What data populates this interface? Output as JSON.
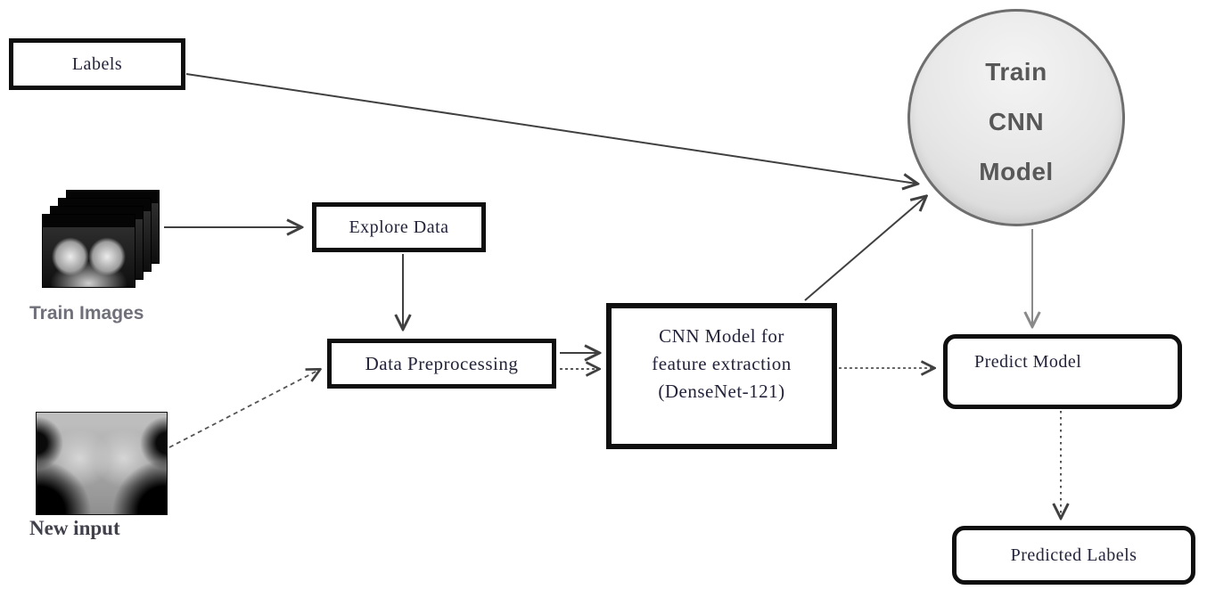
{
  "diagram": {
    "nodes": {
      "labels": "Labels",
      "train_images_caption": "Train Images",
      "explore_data": "Explore Data",
      "data_preprocessing": "Data Preprocessing",
      "new_input_caption": "New input",
      "cnn_model": {
        "line1": "CNN Model for",
        "line2": "feature extraction",
        "line3": "(DenseNet-121)"
      },
      "train_cnn_model": {
        "line1": "Train",
        "line2": "CNN",
        "line3": "Model"
      },
      "predict_model": "Predict Model",
      "predicted_labels": "Predicted Labels"
    },
    "edges": [
      {
        "from": "labels",
        "to": "train-cnn-model",
        "style": "solid"
      },
      {
        "from": "train-images",
        "to": "explore-data",
        "style": "solid"
      },
      {
        "from": "explore-data",
        "to": "data-preprocessing",
        "style": "solid"
      },
      {
        "from": "new-input",
        "to": "data-preprocessing",
        "style": "dashed"
      },
      {
        "from": "data-preprocessing",
        "to": "cnn-model",
        "style": "solid"
      },
      {
        "from": "data-preprocessing",
        "to": "cnn-model",
        "style": "dashed"
      },
      {
        "from": "cnn-model",
        "to": "train-cnn-model",
        "style": "solid"
      },
      {
        "from": "train-cnn-model",
        "to": "predict-model",
        "style": "solid"
      },
      {
        "from": "cnn-model",
        "to": "predict-model",
        "style": "dashed"
      },
      {
        "from": "predict-model",
        "to": "predicted-labels",
        "style": "dashed"
      }
    ],
    "colors": {
      "box_border": "#0f0f0f",
      "box_fill": "#ffffff",
      "circle_fill": "#e6e6e6",
      "circle_border": "#6e6e6e",
      "circle_text": "#585858",
      "line": "#404040",
      "gray_line": "#8a8a8a",
      "caption_gray": "#70707a",
      "box_text": "#23233a"
    }
  }
}
